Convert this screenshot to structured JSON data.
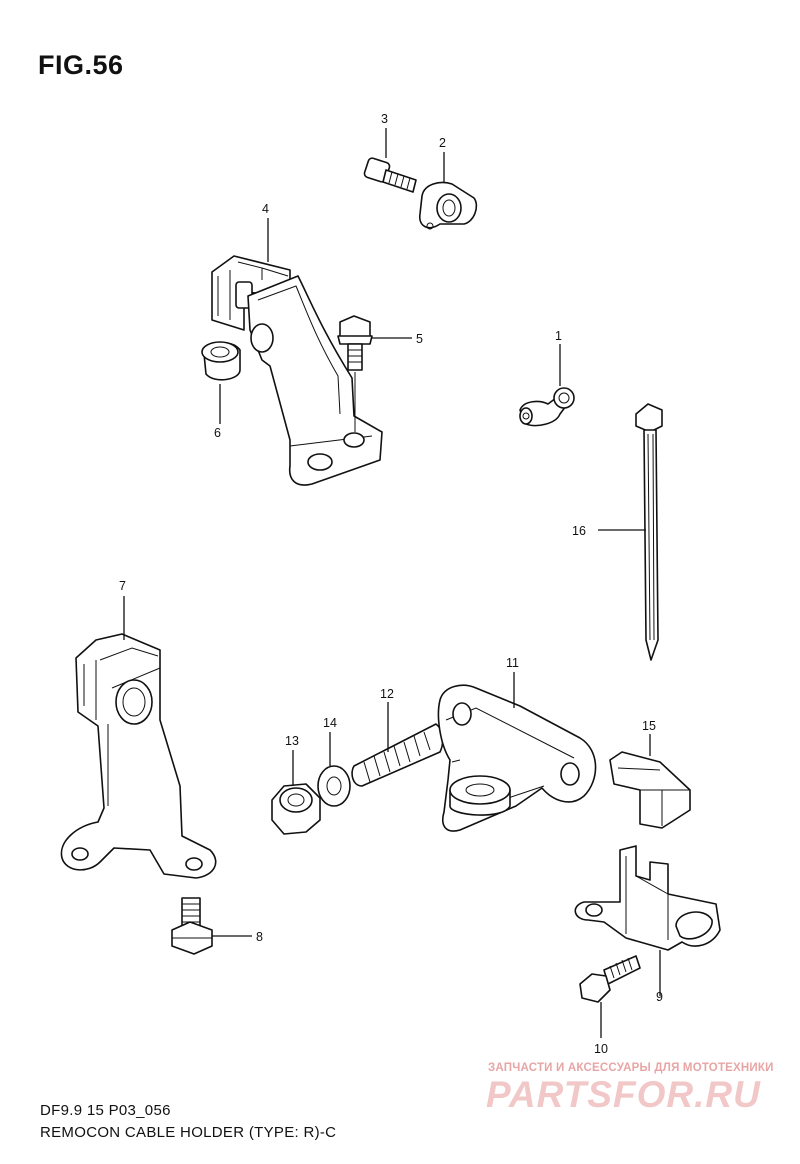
{
  "figure": {
    "title": "FIG.56",
    "code": "DF9.9 15 P03_056",
    "description": "REMOCON CABLE HOLDER (TYPE: R)-C"
  },
  "watermark": {
    "tagline": "ЗАПЧАСТИ И АКСЕССУАРЫ ДЛЯ МОТОТЕХНИКИ",
    "brand": "PARTSFOR.RU",
    "color": "#f2c7c7"
  },
  "callouts": [
    {
      "id": "callout-1",
      "label": "1"
    },
    {
      "id": "callout-2",
      "label": "2"
    },
    {
      "id": "callout-3",
      "label": "3"
    },
    {
      "id": "callout-4",
      "label": "4"
    },
    {
      "id": "callout-5",
      "label": "5"
    },
    {
      "id": "callout-6",
      "label": "6"
    },
    {
      "id": "callout-7",
      "label": "7"
    },
    {
      "id": "callout-8",
      "label": "8"
    },
    {
      "id": "callout-9",
      "label": "9"
    },
    {
      "id": "callout-10",
      "label": "10"
    },
    {
      "id": "callout-11",
      "label": "11"
    },
    {
      "id": "callout-12",
      "label": "12"
    },
    {
      "id": "callout-13",
      "label": "13"
    },
    {
      "id": "callout-14",
      "label": "14"
    },
    {
      "id": "callout-15",
      "label": "15"
    },
    {
      "id": "callout-16",
      "label": "16"
    }
  ]
}
